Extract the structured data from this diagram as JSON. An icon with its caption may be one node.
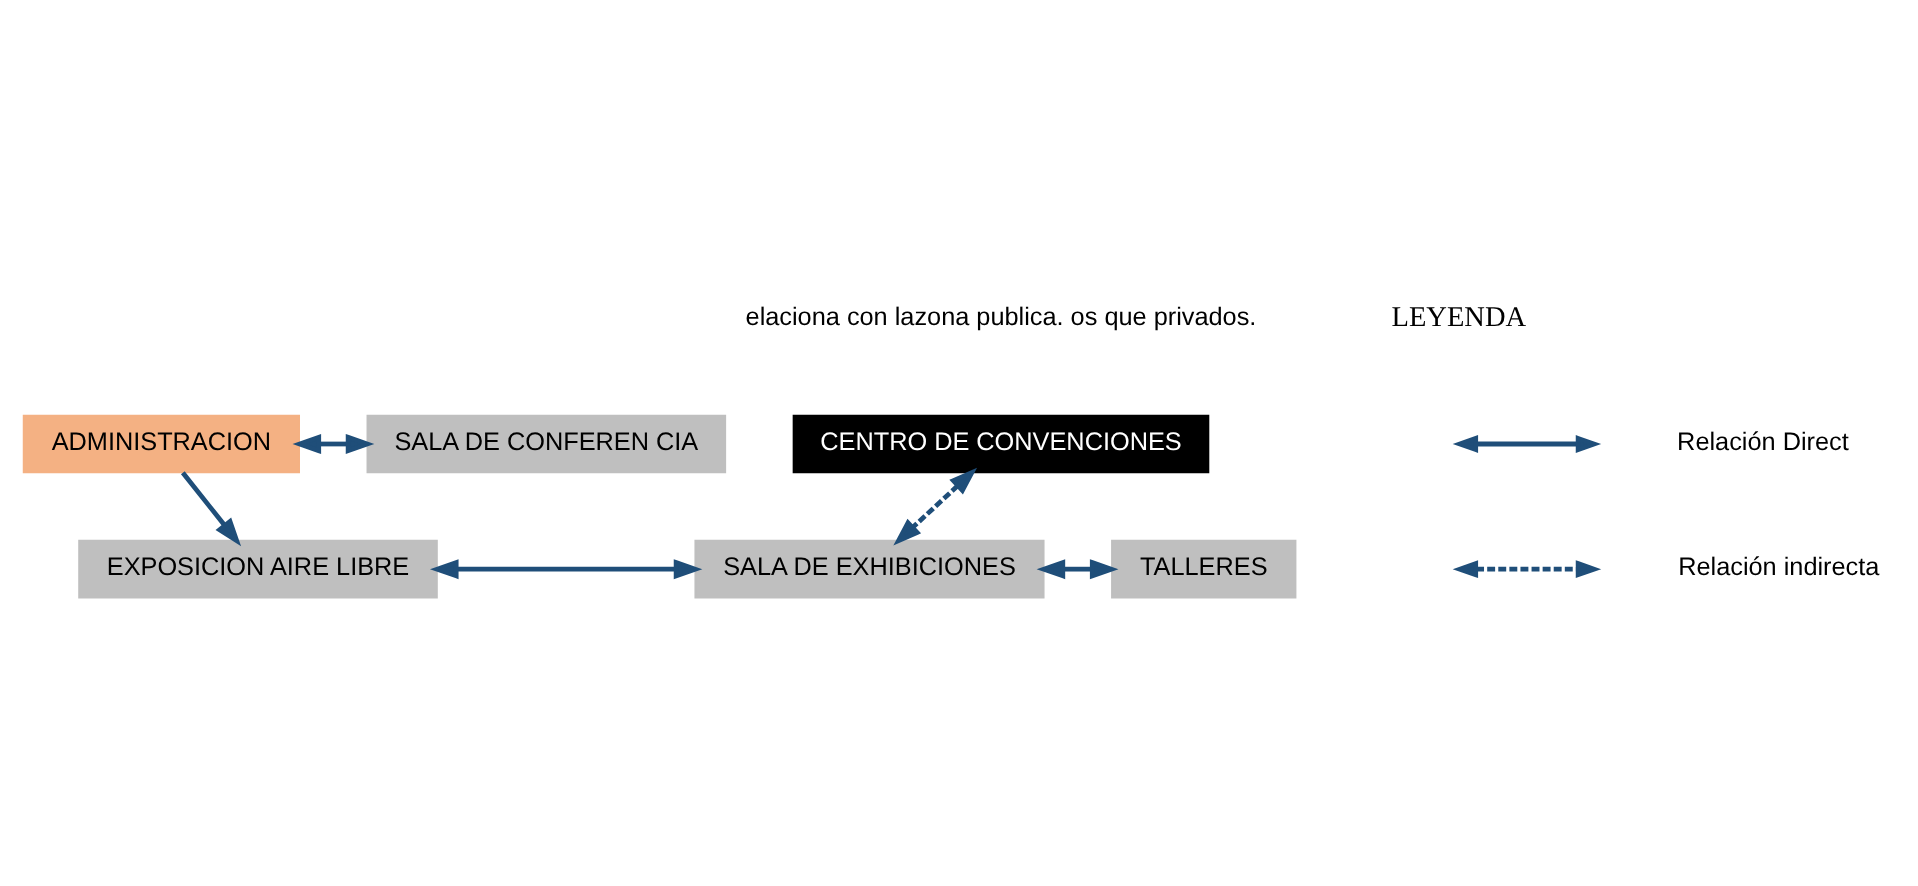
{
  "diagram": {
    "nodes": [
      {
        "text": [
          "CENTRO DE CONVENCIONES"
        ]
      },
      {
        "text": [
          "SALA DE CONFEREN CIA"
        ]
      },
      {
        "text": [
          "ADMINISTRACION"
        ]
      },
      {
        "text": [
          "EXPOSICION AIRE LIBRE"
        ]
      },
      {
        "text": [
          "SALA DE EXHIBICIONES"
        ]
      },
      {
        "text": [
          "TALLERES"
        ]
      }
    ],
    "edges": [
      {
        "from": 0,
        "to": 4,
        "arrow": "both",
        "style": "dashed"
      },
      {
        "from": 2,
        "to": 1,
        "arrow": "both"
      },
      {
        "from": 2,
        "to": 3,
        "arrow": "to"
      },
      {
        "from": 3,
        "to": 4,
        "arrow": "both"
      },
      {
        "from": 4,
        "to": 5,
        "arrow": "both"
      }
    ],
    "labels": [
      "elaciona con lazona publica. os que privados.",
      "LEYENDA"
    ],
    "legend": [
      {
        "text": "Relación Direct"
      },
      {
        "text": "Relación indirecta"
      }
    ]
  }
}
